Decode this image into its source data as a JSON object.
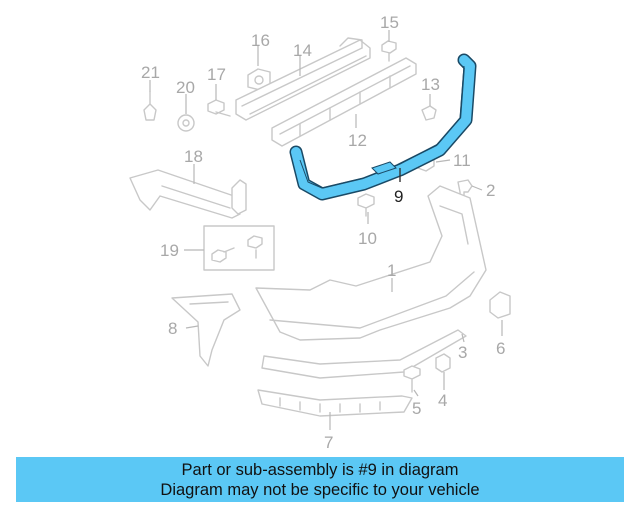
{
  "diagram": {
    "highlight_color": "#5bc8f5",
    "callouts": [
      "1",
      "2",
      "3",
      "4",
      "5",
      "6",
      "7",
      "8",
      "9",
      "10",
      "11",
      "12",
      "13",
      "14",
      "15",
      "16",
      "17",
      "18",
      "19",
      "20",
      "21"
    ],
    "highlighted_part": "9"
  },
  "banner": {
    "line1": "Part or sub-assembly is #9 in diagram",
    "line2": "Diagram may not be specific to your vehicle"
  }
}
